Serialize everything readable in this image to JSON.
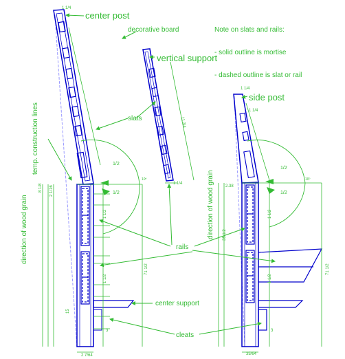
{
  "labels": {
    "center_post": "center post",
    "decorative_board": "decorative board",
    "vertical_support": "vertical support",
    "side_post": "side post",
    "slats": "slats",
    "temp_construction_lines": "temp. construction lines",
    "direction_grain_left": "direction of wood grain",
    "direction_grain_right": "direction of wood grain",
    "rails": "rails",
    "center_support": "center support",
    "cleats": "cleats"
  },
  "note": {
    "title": "Note on slats and rails:",
    "line1": "- solid outline is mortise",
    "line2": "- dashed outline is slat or rail"
  },
  "dims": {
    "center_top_width": "1 1/4",
    "center_half_upper": "1/2",
    "center_half_lower": "1/2",
    "center_left_height": "8 1/8",
    "center_left_total": "2 1/16",
    "center_bottom_width": "2 7/64",
    "center_total_height": "71 1/2",
    "center_lower_gap": "15",
    "vert_bottom_width": "1 1/4",
    "vert_length": "11 3/4",
    "side_top_width": "1 1/4",
    "side_sub_width": "1 1/4",
    "side_half_upper": "1/2",
    "side_half_lower": "1/2",
    "side_left_width": "2.38",
    "side_left_height": "35 1/2",
    "side_bottom_width": "35/64",
    "side_total_height": "71 1/2",
    "angle_label_left": "10º",
    "angle_label_right": "10º",
    "rail_tick": "1 1/2",
    "small_tick": "3"
  },
  "colors": {
    "outline": "#0000cc",
    "dimension": "#33bb33",
    "construction": "#9999ff",
    "label": "#33bb33"
  }
}
